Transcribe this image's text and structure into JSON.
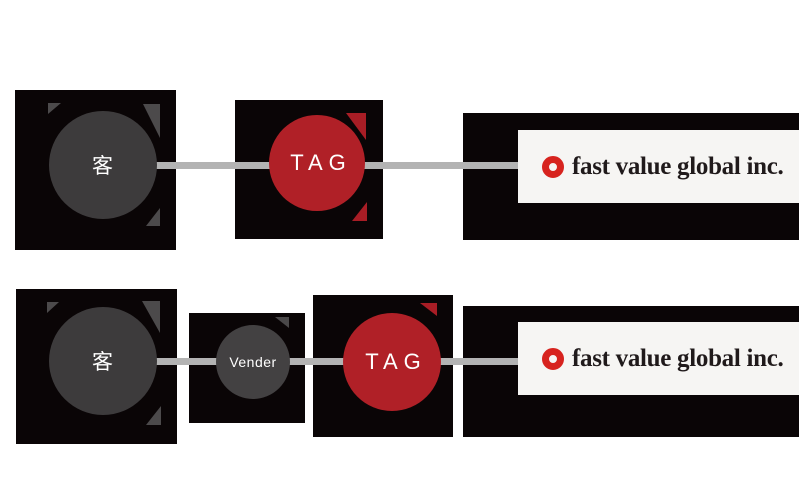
{
  "diagram": {
    "labels": {
      "customer": "客",
      "vendor": "Vender",
      "tag": "TAG"
    },
    "company": {
      "name": "fast value global inc.",
      "icon": "red-ring-icon"
    },
    "rows": [
      {
        "id": "row-direct",
        "sequence": [
          "customer",
          "tag",
          "company"
        ]
      },
      {
        "id": "row-via-vendor",
        "sequence": [
          "customer",
          "vendor",
          "tag",
          "company"
        ]
      }
    ],
    "colors": {
      "panel_black": "#0a0506",
      "tag_red": "#b02027",
      "tag_red_corner": "#a81d25",
      "customer_gray": "#3d3b3c",
      "customer_gray_corner": "#4c4a4b",
      "vendor_gray": "#434142",
      "connector_gray": "#b3b3b3",
      "logo_bg": "#f6f5f3",
      "logo_text": "#201a1b",
      "logo_ring_red": "#d7231e"
    }
  }
}
